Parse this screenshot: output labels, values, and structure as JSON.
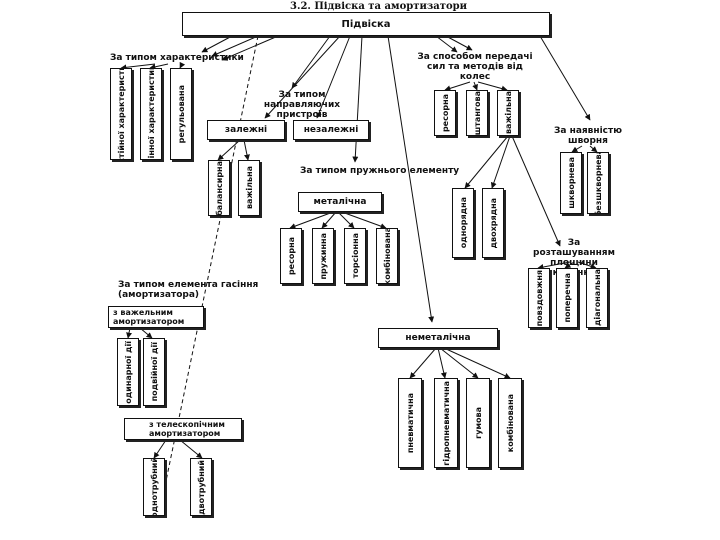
{
  "title": "3.2. Підвіска та амортизатори",
  "root": "Підвіска",
  "groups": {
    "characteristic": "За типом характеристики",
    "guide": "За типом направляючих пристроїв",
    "transmission": "За способом передачі сил та методів від колес",
    "speed": "За наявністю шворня",
    "spring": "За типом пружнього елементу",
    "damper": "За типом елемента гасіння (амортизатора)",
    "plane": "За розташуванням площини качання"
  },
  "characteristic_items": [
    "постійної характеристики",
    "змінної характеристики",
    "регульована"
  ],
  "guide_items": [
    "залежні",
    "незалежні"
  ],
  "dependent_items": [
    "балансирна",
    "важільна"
  ],
  "transmission_items": [
    "ресорна",
    "штангова",
    "важільна"
  ],
  "lever_items": [
    "однорядна",
    "двохрядна"
  ],
  "speed_items": [
    "шкворнева",
    "безшкворнева"
  ],
  "plane_items": [
    "повздовжня",
    "поперечна",
    "діагональна"
  ],
  "metal": "металічна",
  "metal_items": [
    "ресорна",
    "пружинна",
    "торсіонна",
    "комбінована"
  ],
  "nonmetal": "неметалічна",
  "nonmetal_items": [
    "пневматична",
    "гідропневматична",
    "гумова",
    "комбінована"
  ],
  "lever_damper": "з важельним амортизатором",
  "lever_damper_items": [
    "одинарної дії",
    "подвійної дії"
  ],
  "tele_damper": "з телескопічним амортизатором",
  "tele_damper_items": [
    "однотрубний",
    "двотрубний"
  ]
}
